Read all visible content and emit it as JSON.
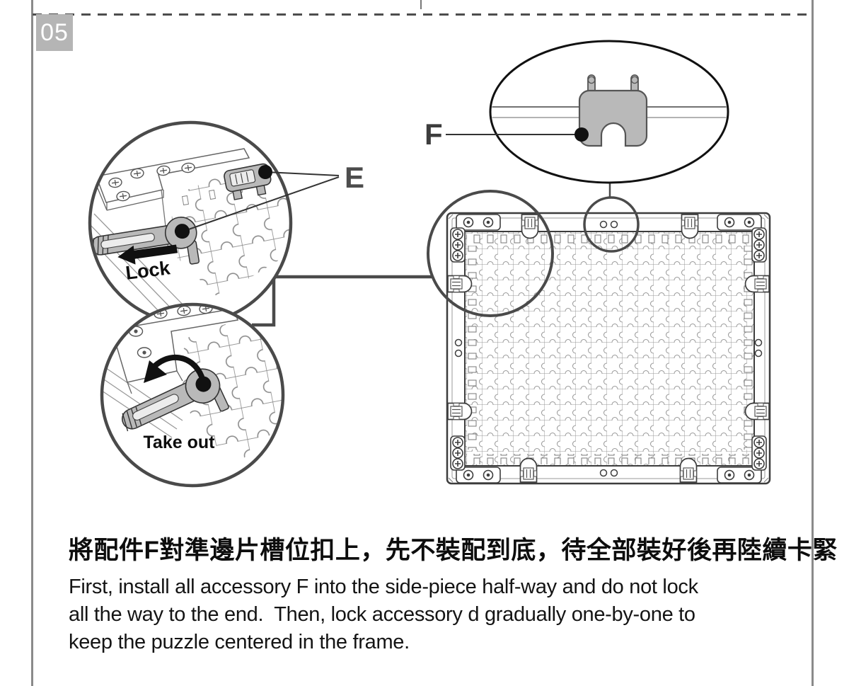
{
  "page": {
    "step_number": "05"
  },
  "callouts": {
    "part_e_label": "E",
    "part_f_label": "F",
    "lock_label": "Lock",
    "take_out_label": "Take out"
  },
  "instructions": {
    "zh": "將配件F對準邊片槽位扣上，先不裝配到底，待全部裝好後再陸續卡緊",
    "en": "First, install all accessory F into the side-piece half-way and do not lock\nall the way to the end.  Then, lock accessory d gradually one-by-one to\nkeep the puzzle centered in the frame."
  },
  "colors": {
    "step_box_gray": "#b5b5b5",
    "part_fill_gray": "#b9b9b9",
    "outline_dark": "#3d3d3d",
    "zoom_circle_gray": "#4a4a4a",
    "puzzle_line_gray": "#999999"
  }
}
